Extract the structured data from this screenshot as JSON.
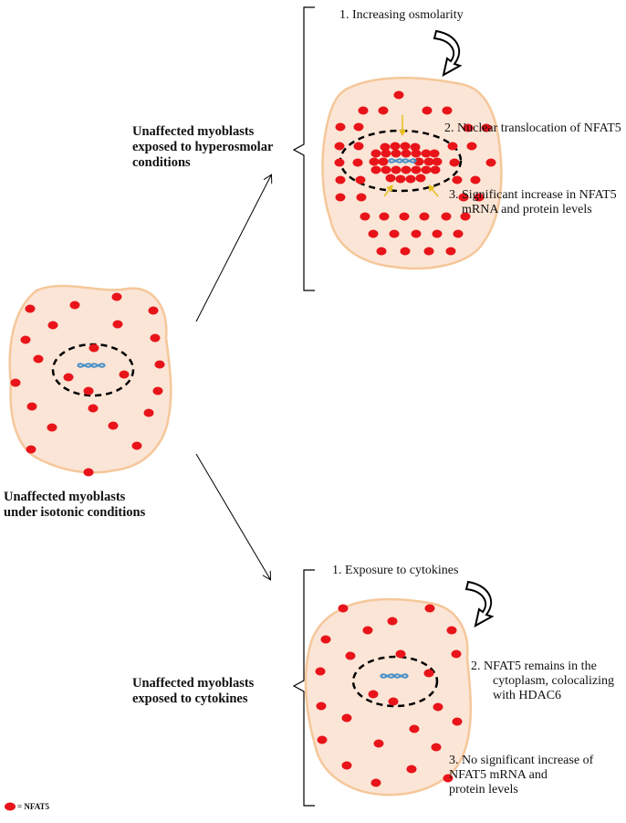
{
  "colors": {
    "cell_fill": "#fbe5d6",
    "cell_stroke": "#f5c79a",
    "dot": "#e8141a",
    "nucleus_stroke": "#000000",
    "arrow_yellow": "#e6c020",
    "dna": "#4a90c8"
  },
  "labels": {
    "isotonic": [
      "Unaffected myoblasts",
      "under isotonic conditions"
    ],
    "hyperosmolar": [
      "Unaffected myoblasts",
      "exposed to hyperosmolar",
      "conditions"
    ],
    "cytokines": [
      "Unaffected myoblasts",
      "exposed to cytokines"
    ]
  },
  "top_steps": {
    "step1": "1.  Increasing osmolarity",
    "step2": "2.  Nuclear translocation of NFAT5",
    "step3": [
      "3. Significant increase in NFAT5",
      "mRNA and protein levels"
    ]
  },
  "bottom_steps": {
    "step1": "1.     Exposure to cytokines",
    "step2": [
      "2.     NFAT5 remains in the",
      "cytoplasm, colocalizing",
      "with HDAC6"
    ],
    "step3": [
      "3. No significant increase of",
      "NFAT5 mRNA and",
      "protein levels"
    ]
  },
  "legend": {
    "label": "= NFAT5"
  },
  "icons": [
    "curved-arrow-icon",
    "dna-icon",
    "nfat5-dot-icon"
  ]
}
